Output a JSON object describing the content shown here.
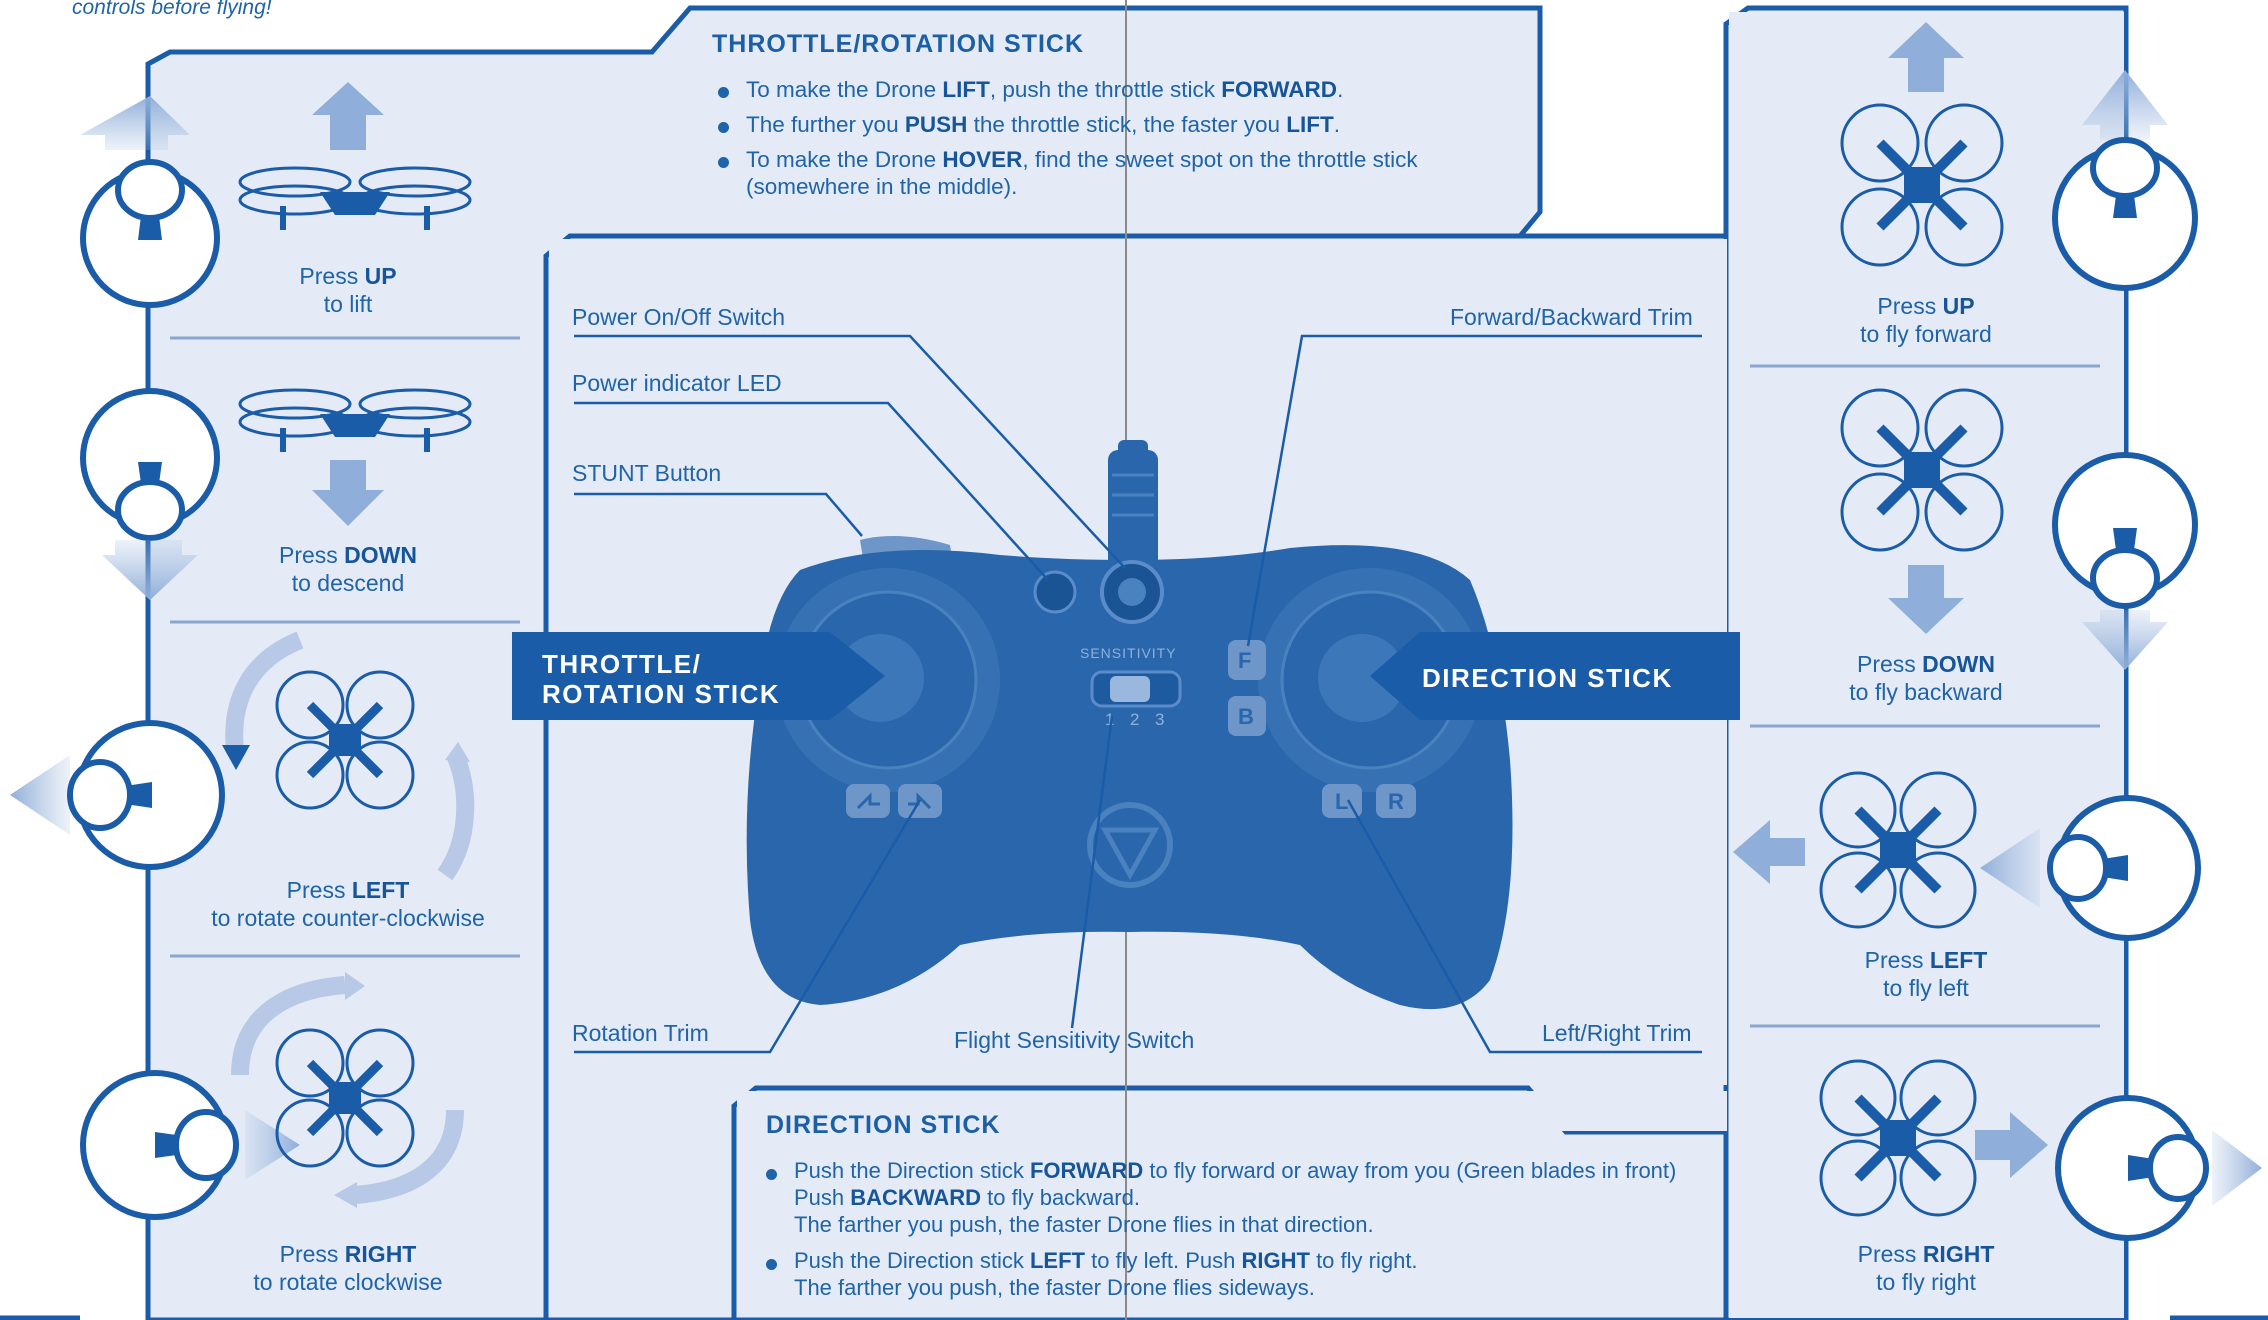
{
  "top_note": "controls before flying!",
  "throttle_box": {
    "heading": "THROTTLE/ROTATION STICK",
    "bullets": [
      {
        "a": "To make the Drone ",
        "b": "LIFT",
        "c": ", push the throttle stick ",
        "d": "FORWARD",
        "e": "."
      },
      {
        "a": "The further you ",
        "b": "PUSH",
        "c": " the throttle stick, the faster you ",
        "d": "LIFT",
        "e": "."
      },
      {
        "a": "To make the Drone ",
        "b": "HOVER",
        "c": ", find the sweet spot on the throttle stick",
        "d": "",
        "e": "(somewhere in the middle)."
      }
    ]
  },
  "direction_box": {
    "heading": "DIRECTION STICK",
    "bullets": [
      {
        "l1a": "Push the Direction stick ",
        "l1b": "FORWARD",
        "l1c": " to fly forward or away from you (Green blades in front)",
        "l2a": "Push ",
        "l2b": "BACKWARD",
        "l2c": " to fly backward.",
        "l3": "The farther you push, the faster Drone flies in that direction."
      },
      {
        "l1a": "Push the Direction stick ",
        "l1b": "LEFT",
        "l1c": " to fly left. Push ",
        "l1d": "RIGHT",
        "l1e": " to fly right.",
        "l2": "The farther you push, the faster Drone flies sideways."
      }
    ]
  },
  "left_panel": [
    {
      "press": "Press ",
      "action": "UP",
      "desc": "to lift"
    },
    {
      "press": "Press ",
      "action": "DOWN",
      "desc": "to descend"
    },
    {
      "press": "Press ",
      "action": "LEFT",
      "desc": "to rotate counter-clockwise"
    },
    {
      "press": "Press ",
      "action": "RIGHT",
      "desc": "to rotate clockwise"
    }
  ],
  "right_panel": [
    {
      "press": "Press ",
      "action": "UP",
      "desc": "to fly forward"
    },
    {
      "press": "Press ",
      "action": "DOWN",
      "desc": "to fly backward"
    },
    {
      "press": "Press ",
      "action": "LEFT",
      "desc": "to fly left"
    },
    {
      "press": "Press ",
      "action": "RIGHT",
      "desc": "to fly right"
    }
  ],
  "tabs": {
    "throttle_line1": "THROTTLE/",
    "throttle_line2": "ROTATION STICK",
    "direction": "DIRECTION STICK"
  },
  "callouts": {
    "power_switch": "Power On/Off Switch",
    "power_led": "Power indicator LED",
    "stunt": "STUNT Button",
    "fb_trim": "Forward/Backward Trim",
    "rotation_trim": "Rotation Trim",
    "sensitivity": "Flight Sensitivity Switch",
    "lr_trim": "Left/Right Trim"
  },
  "controller": {
    "sensitivity_label": "SENSITIVITY",
    "sens_1": "1",
    "sens_2": "2",
    "sens_3": "3",
    "btn_f": "F",
    "btn_b": "B",
    "btn_l": "L",
    "btn_r": "R"
  },
  "colors": {
    "panel_fill": "#e4ebf6",
    "border": "#1a5ca8",
    "controller": "#2a66ab",
    "text": "#1f63a8"
  }
}
